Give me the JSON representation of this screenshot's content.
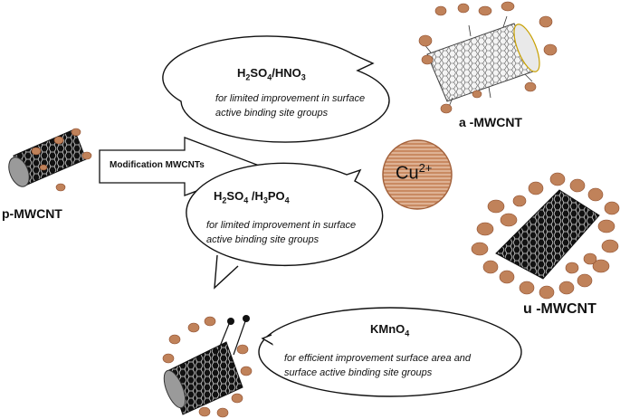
{
  "labels": {
    "pristine": "p-MWCNT",
    "acid": "a -MWCNT",
    "ultra": "u -MWCNT",
    "arrow": "Modification MWCNTs"
  },
  "bubbles": [
    {
      "reagent_main": "H2SO4/HNO3",
      "desc_line1": "for limited improvement in surface",
      "desc_line2": "active binding site groups"
    },
    {
      "reagent_main": "H2SO4 /H3PO4",
      "desc_line1": "for limited improvement in surface",
      "desc_line2": "active binding site groups"
    },
    {
      "reagent_main": "KMnO4",
      "desc_line1": "for efficient improvement surface area and",
      "desc_line2": "surface active binding site groups"
    }
  ],
  "ion": {
    "symbol": "Cu",
    "charge": "2+"
  },
  "colors": {
    "copper": "#c0825a",
    "copper_dark": "#8a4a2a",
    "tube": "#111111",
    "tube_gray": "#9a9a9a"
  }
}
